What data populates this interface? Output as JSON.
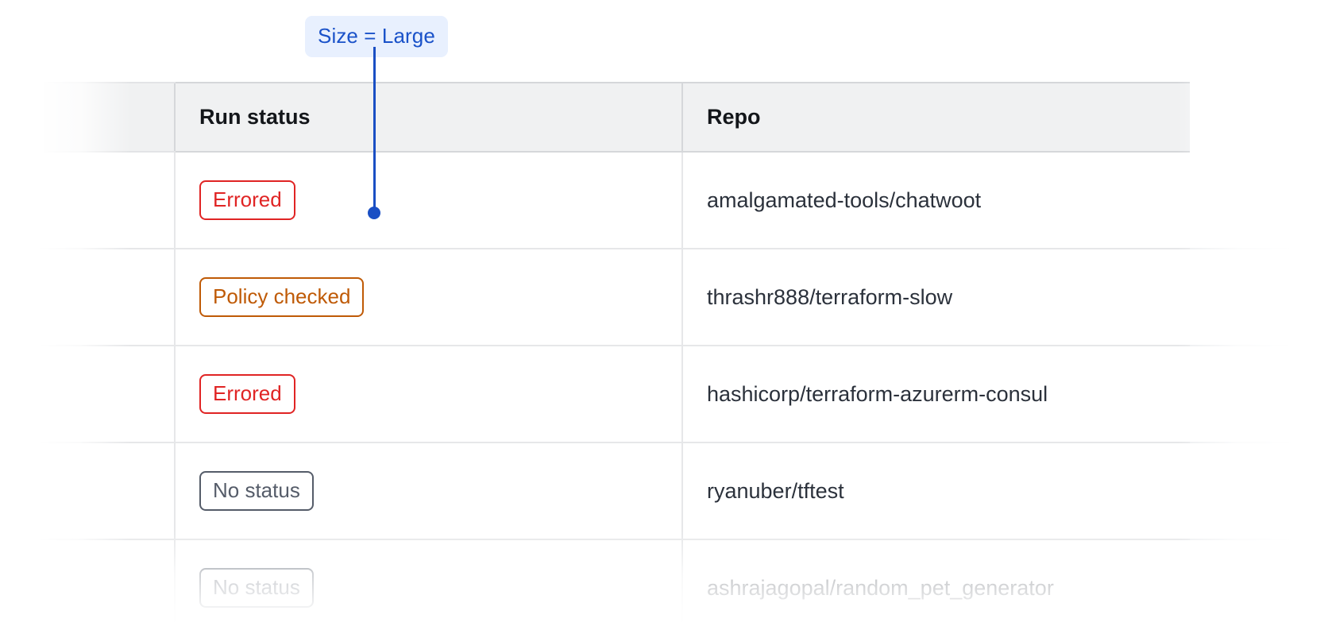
{
  "annotation": {
    "label": "Size = Large",
    "badge_bg": "#e8f0fe",
    "badge_text_color": "#1a52c9",
    "connector_color": "#1a4fc4"
  },
  "table": {
    "columns": [
      {
        "key": "run_status",
        "label": "Run status"
      },
      {
        "key": "repo",
        "label": "Repo"
      }
    ],
    "rows": [
      {
        "run_status": "Errored",
        "status_variant": "errored",
        "repo": "amalgamated-tools/chatwoot"
      },
      {
        "run_status": "Policy checked",
        "status_variant": "policy-checked",
        "repo": "thrashr888/terraform-slow"
      },
      {
        "run_status": "Errored",
        "status_variant": "errored",
        "repo": "hashicorp/terraform-azurerm-consul"
      },
      {
        "run_status": "No status",
        "status_variant": "no-status",
        "repo": "ryanuber/tftest"
      },
      {
        "run_status": "No status",
        "status_variant": "no-status",
        "repo": "ashrajagopal/random_pet_generator"
      }
    ],
    "status_colors": {
      "errored": "#e02424",
      "policy-checked": "#bf5a06",
      "no-status": "#555c69"
    },
    "header_bg": "#f0f1f2",
    "border_color": "#d5d7da",
    "row_border_color": "#e6e7e9",
    "text_color": "#2b313b"
  }
}
